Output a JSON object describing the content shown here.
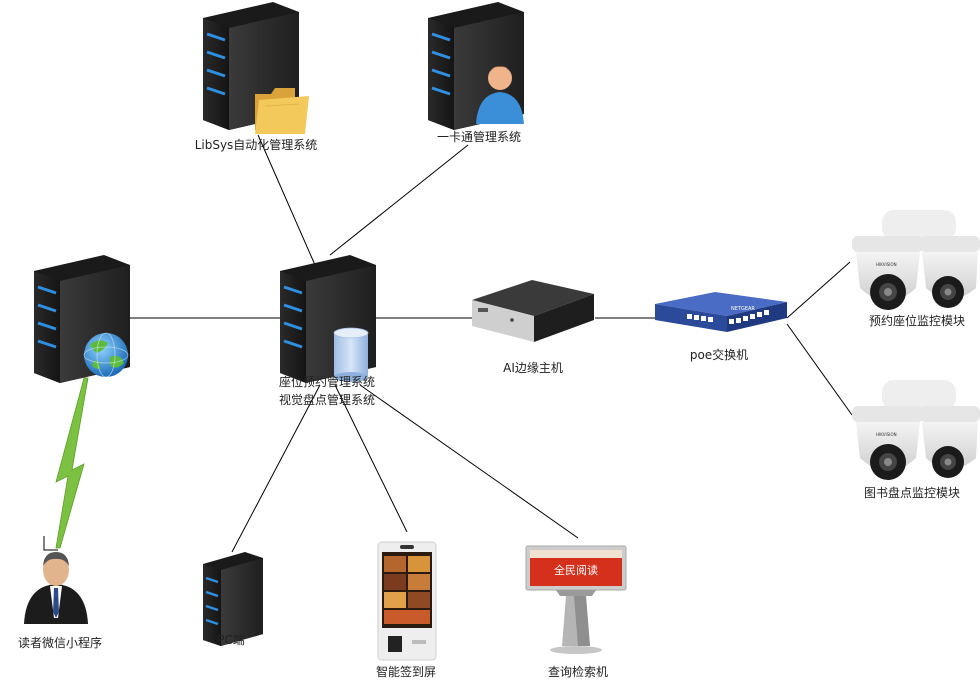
{
  "nodes": {
    "libsys": {
      "label": "LibSys自动化管理系统"
    },
    "card": {
      "label": "一卡通管理系统"
    },
    "web_server": {
      "label": ""
    },
    "seat_mgmt": {
      "label_line1": "座位预约管理系统",
      "label_line2": "视觉盘点管理系统"
    },
    "ai_host": {
      "label": "AI边缘主机"
    },
    "poe_switch": {
      "label": "poe交换机",
      "brand": "NETGEAR"
    },
    "seat_camera": {
      "label": "预约座位监控模块"
    },
    "book_camera": {
      "label": "图书盘点监控模块"
    },
    "reader": {
      "label": "读者微信小程序"
    },
    "pc": {
      "label": "PC端"
    },
    "checkin_screen": {
      "label": "智能签到屏"
    },
    "query_kiosk": {
      "label": "查询检索机",
      "screen_text": "全民阅读"
    }
  },
  "colors": {
    "server_body": "#2b2b2b",
    "server_led": "#2f8fe0",
    "line": "#000000",
    "wireless": "#7cc142",
    "switch_blue": "#2b4a9a",
    "folder": "#e8b84a",
    "db": "#b8d0ee"
  }
}
